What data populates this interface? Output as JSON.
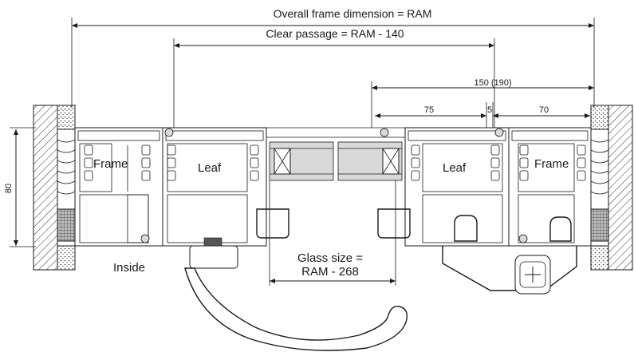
{
  "dimensions": {
    "overall": "Overall frame dimension = RAM",
    "clear_passage": "Clear passage = RAM - 140",
    "d150": "150 (190)",
    "d75": "75",
    "d5": "5",
    "d70": "70",
    "d80": "80"
  },
  "labels": {
    "frame_left": "Frame",
    "leaf_left": "Leaf",
    "leaf_right": "Leaf",
    "frame_right": "Frame",
    "inside": "Inside",
    "glass_line1": "Glass size =",
    "glass_line2": "RAM - 268"
  }
}
